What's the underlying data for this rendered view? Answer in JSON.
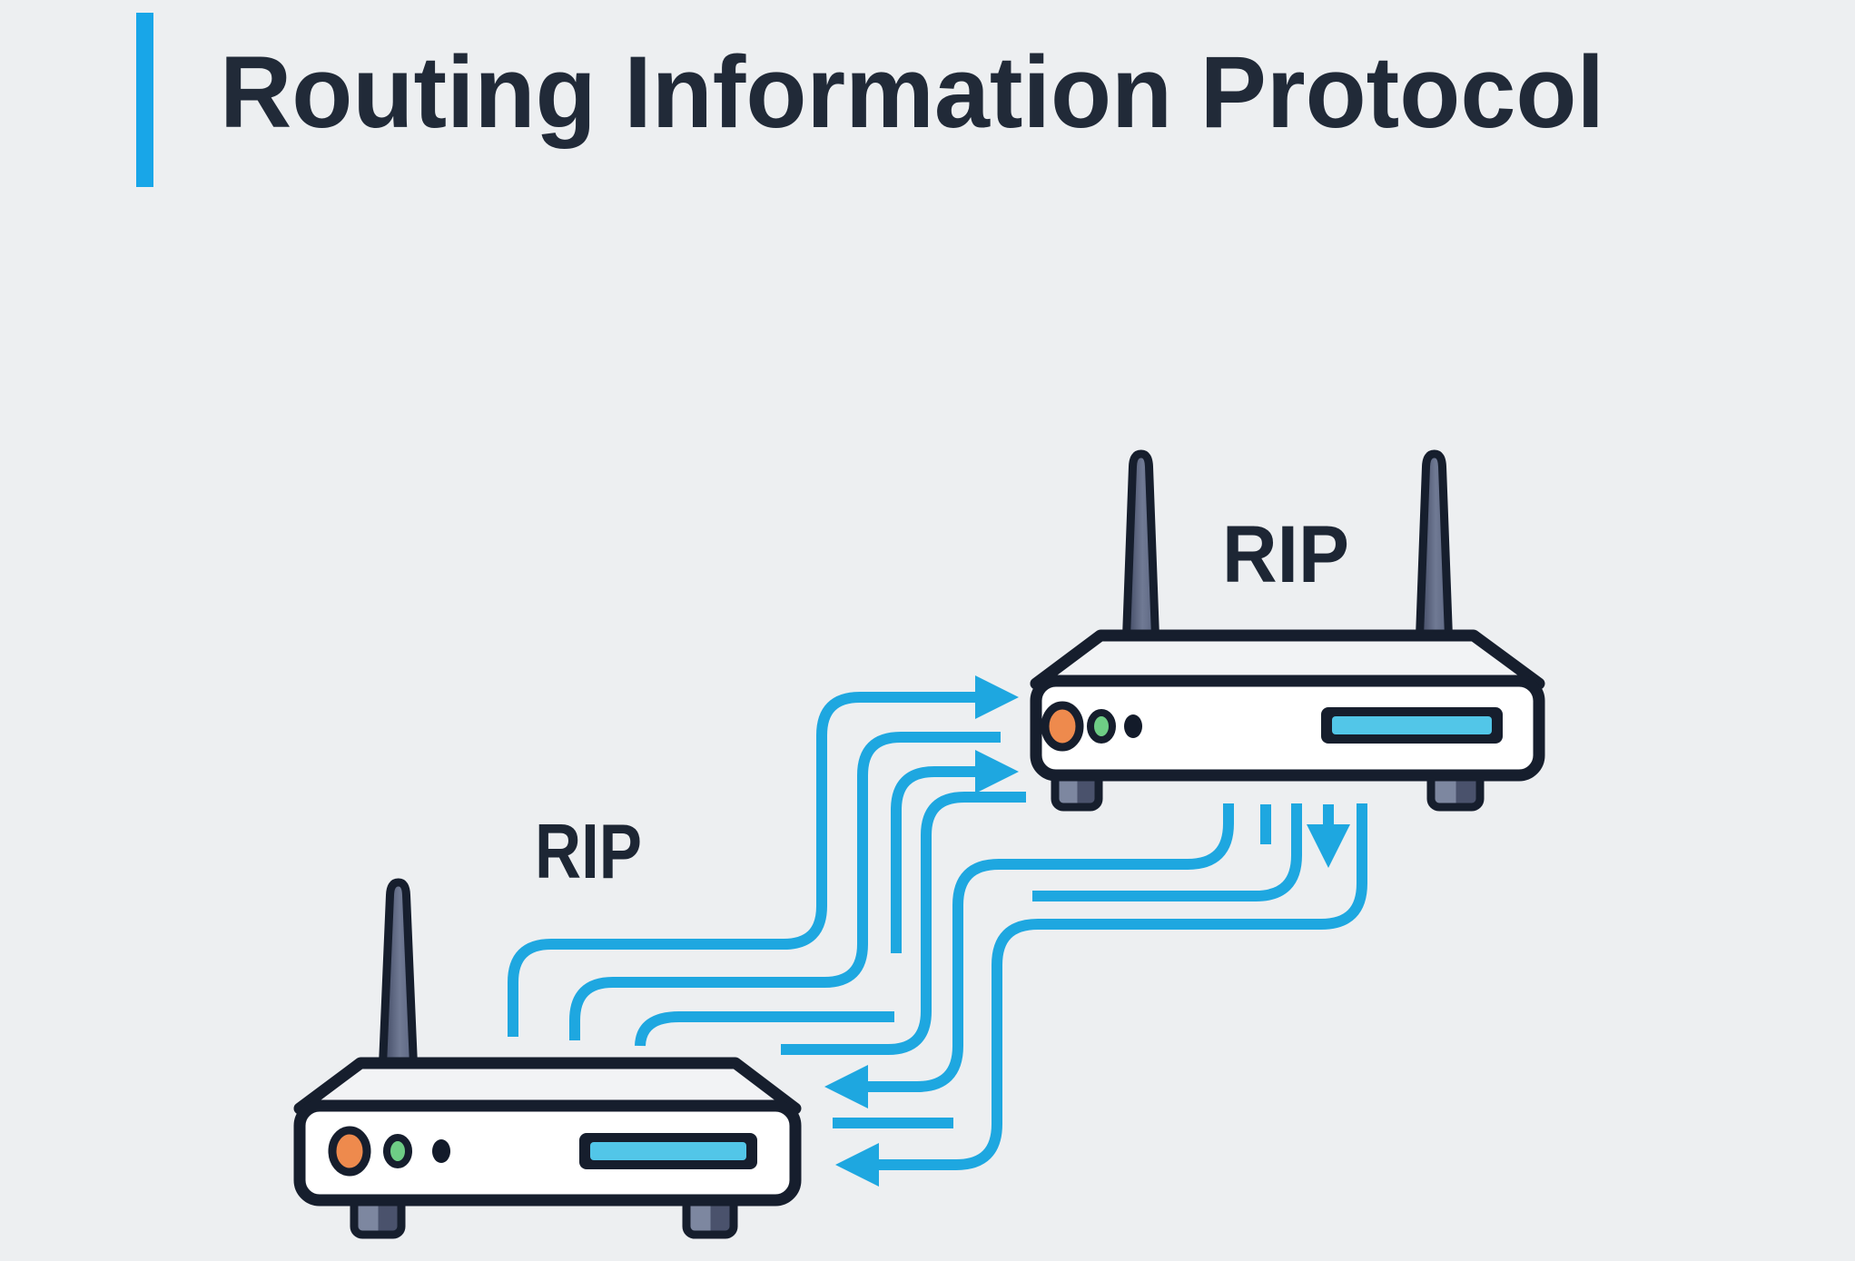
{
  "title": {
    "text": "Routing Information Protocol"
  },
  "routers": {
    "top": {
      "label": "RIP",
      "antennas": 2,
      "leds": [
        "orange",
        "green",
        "dark"
      ],
      "has_vent_slot": true
    },
    "bottom": {
      "label": "RIP",
      "antennas": 1,
      "leds": [
        "orange",
        "green",
        "dark"
      ],
      "has_vent_slot": true
    }
  },
  "flows": {
    "up_from_bottom_router": {
      "lines": 5,
      "right_arrowheads": 2
    },
    "down_from_top_router": {
      "lines": 5,
      "left_arrowheads": 2,
      "down_arrowheads": 1
    },
    "stray_segments": 1
  },
  "colors": {
    "background": "#edeff1",
    "accent_blue": "#18a6e8",
    "title_text": "#212a38",
    "label_text": "#1d2634",
    "line_blue": "#1ea7e0",
    "outline_dark": "#161e2d",
    "router_body": "#ffffff",
    "router_top_face": "#f2f3f5",
    "metal_dark": "#3c445e",
    "metal_light": "#707a94",
    "foot_light": "#7d87a0",
    "foot_dark": "#4a526c",
    "led_orange": "#ee8a4d",
    "led_green": "#6ecd85",
    "led_dark": "#131b2a",
    "vent_cyan": "#52c6e8"
  }
}
